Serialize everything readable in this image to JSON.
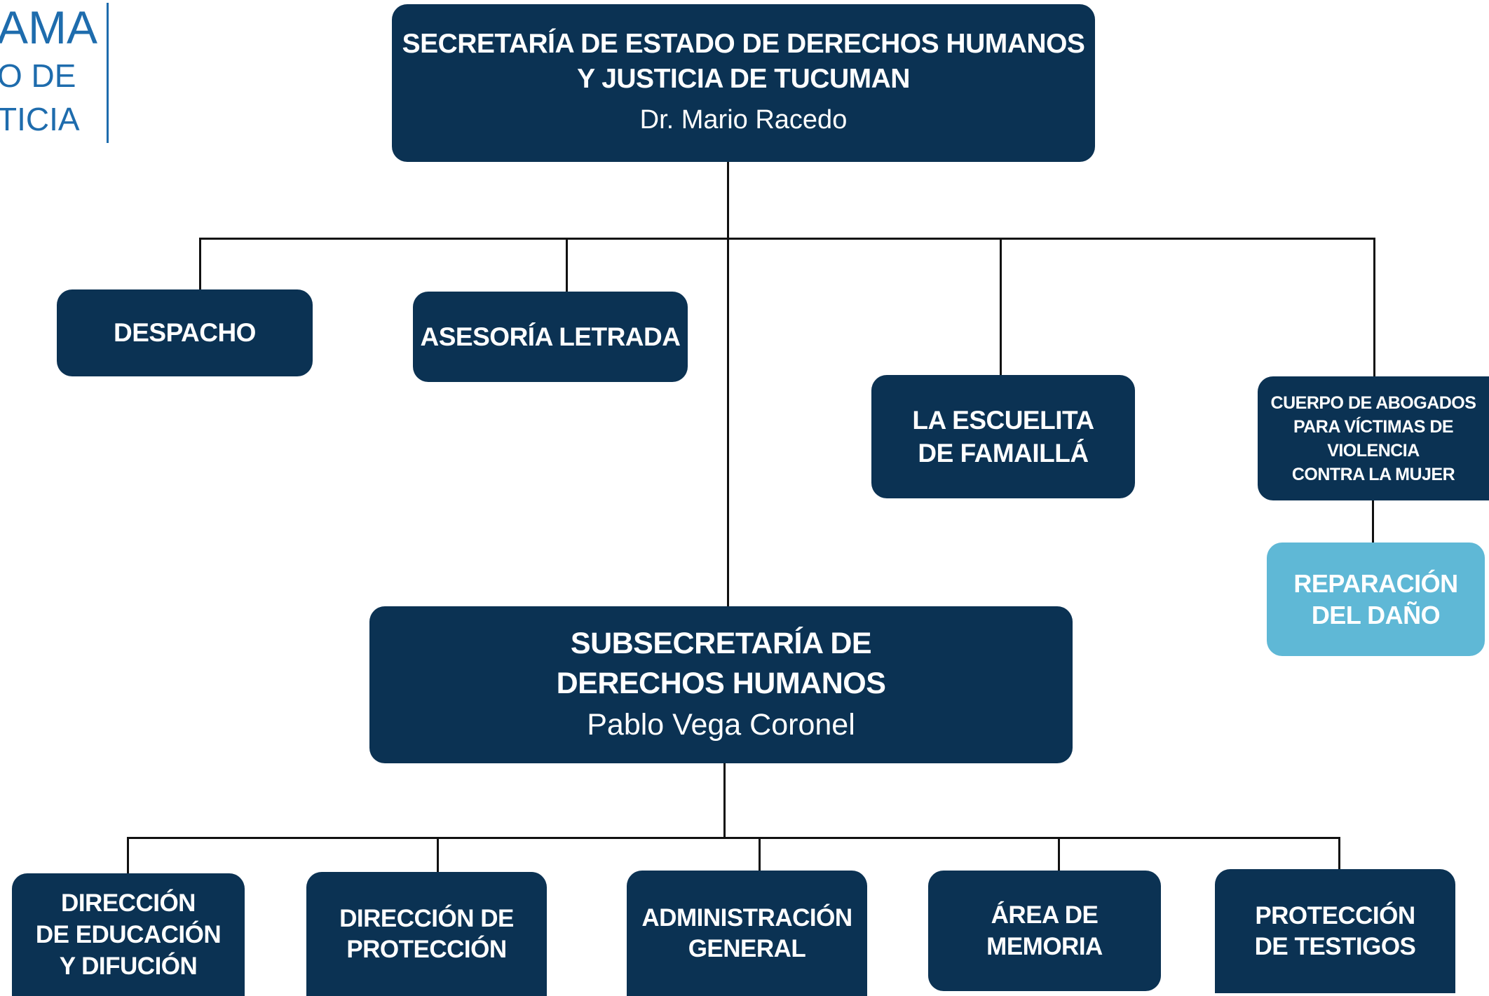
{
  "brand": {
    "line1": "AMA",
    "line2": "O DE",
    "line3": "TICIA"
  },
  "top": {
    "title_l1": "SECRETARÍA  DE ESTADO DE DERECHOS HUMANOS",
    "title_l2": "Y JUSTICIA DE TUCUMAN",
    "person": "Dr. Mario Racedo"
  },
  "units": {
    "despacho": [
      "DESPACHO"
    ],
    "asesoria": [
      "ASESORÍA LETRADA"
    ],
    "escuelita": [
      "LA ESCUELITA",
      "DE FAMAILLÁ"
    ],
    "cuerpo": [
      "CUERPO DE  ABOGADOS",
      "PARA VÍCTIMAS DE",
      "VIOLENCIA",
      "CONTRA LA MUJER"
    ],
    "reparacion": [
      "REPARACIÓN",
      "DEL DAÑO"
    ]
  },
  "sub": {
    "title_l1": "SUBSECRETARÍA DE",
    "title_l2": "DERECHOS HUMANOS",
    "person": "Pablo Vega Coronel"
  },
  "bottom": {
    "educacion": [
      "DIRECCIÓN",
      "DE EDUCACIÓN",
      "Y DIFUCIÓN"
    ],
    "proteccion": [
      "DIRECCIÓN DE",
      "PROTECCIÓN"
    ],
    "administracion": [
      "ADMINISTRACIÓN",
      "GENERAL"
    ],
    "memoria": [
      "ÁREA DE",
      "MEMORIA"
    ],
    "testigos": [
      "PROTECCIÓN",
      "DE TESTIGOS"
    ]
  },
  "colors": {
    "box": "#0b3253",
    "highlight_box": "#5fb8d6",
    "brand": "#1e6cad",
    "connector": "#111111"
  }
}
